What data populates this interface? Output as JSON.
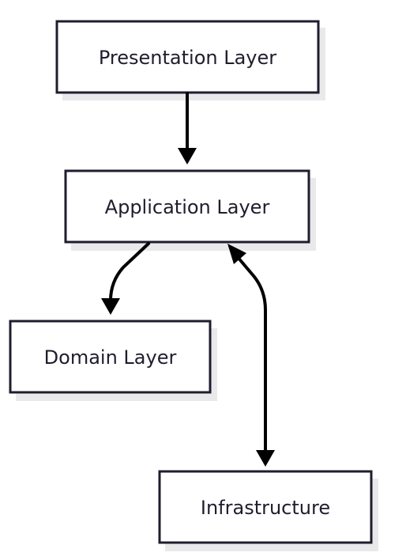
{
  "diagram": {
    "nodes": {
      "presentation": {
        "label": "Presentation Layer"
      },
      "application": {
        "label": "Application Layer"
      },
      "domain": {
        "label": "Domain Layer"
      },
      "infrastructure": {
        "label": "Infrastructure"
      }
    },
    "edges": [
      {
        "from": "presentation",
        "to": "application",
        "direction": "forward"
      },
      {
        "from": "application",
        "to": "domain",
        "direction": "forward"
      },
      {
        "from": "application",
        "to": "infrastructure",
        "direction": "both"
      }
    ]
  }
}
